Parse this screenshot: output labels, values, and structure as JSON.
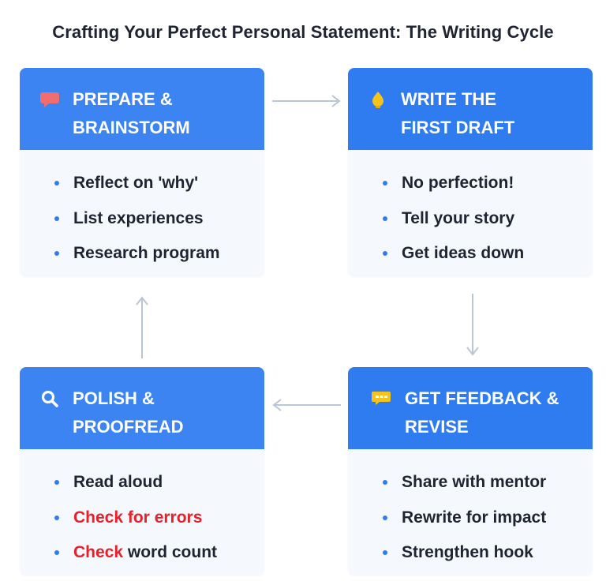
{
  "title": "Crafting Your Perfect Personal Statement: The Writing Cycle",
  "colors": {
    "header_blue": "#2f7cf0",
    "card_bg": "#f5f8fc",
    "arrow": "#b9c6d8",
    "highlight_red": "#e8202a"
  },
  "steps": [
    {
      "icon": "speech-bubble-icon",
      "heading": [
        "PREPARE &",
        "BRAINSTORM"
      ],
      "items": [
        "Reflect on 'why'",
        "List experiences",
        "Research program"
      ]
    },
    {
      "icon": "lightbulb-icon",
      "heading": [
        "WRITE THE",
        "FIRST DRAFT"
      ],
      "items": [
        "No perfection!",
        "Tell your story",
        "Get ideas down"
      ]
    },
    {
      "icon": "chat-icon",
      "heading": [
        "GET FEEDBACK &",
        "REVISE"
      ],
      "items": [
        "Share with mentor",
        "Rewrite for impact",
        "Strengthen hook"
      ]
    },
    {
      "icon": "magnifier-icon",
      "heading": [
        "POLISH &",
        "PROOFREAD"
      ],
      "items": [
        {
          "plain": "Read aloud"
        },
        {
          "red": "Check for errors"
        },
        {
          "red": "Check",
          "plain": " word count"
        }
      ]
    }
  ]
}
